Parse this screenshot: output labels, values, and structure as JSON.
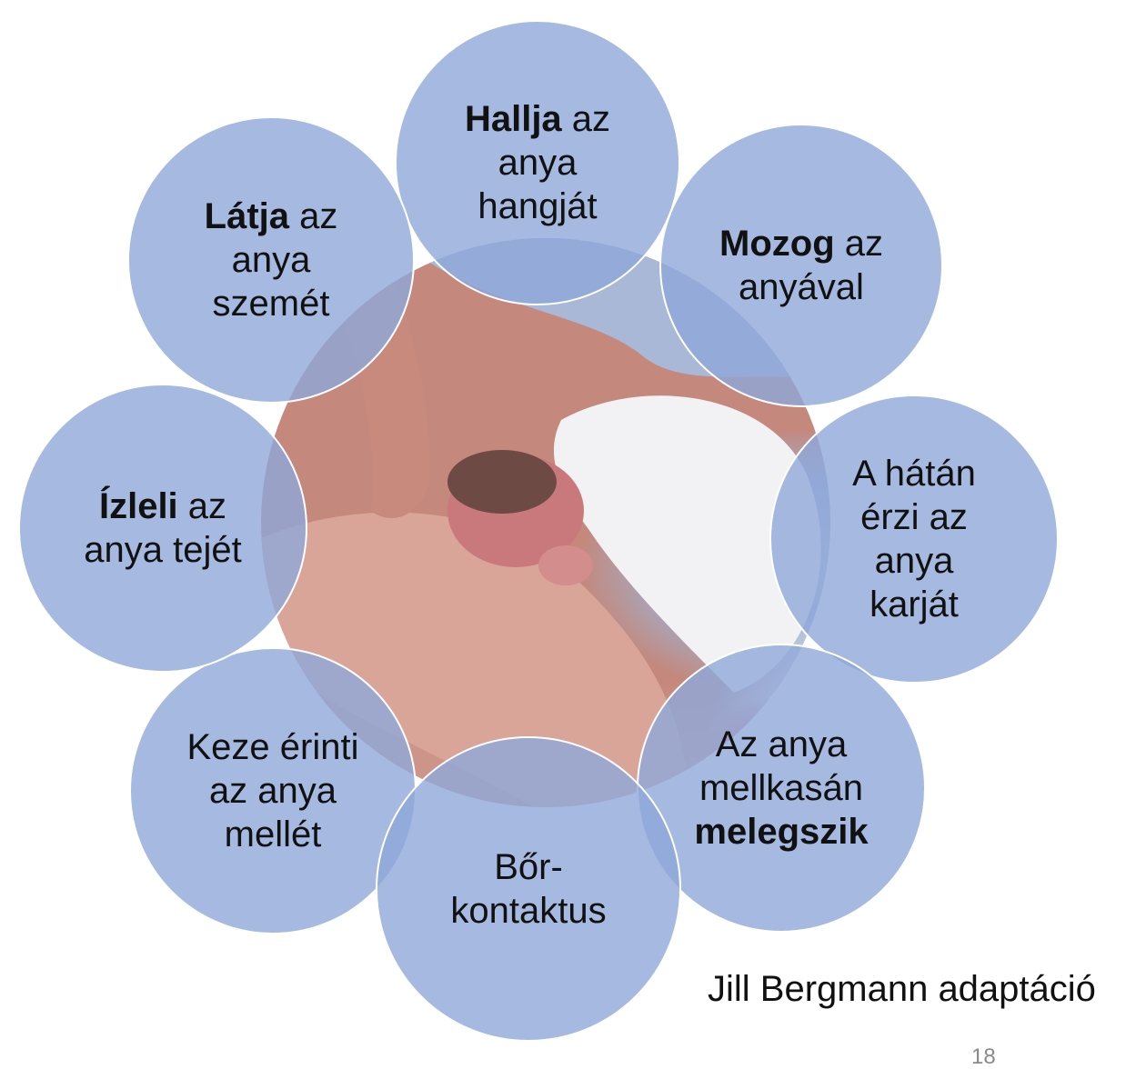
{
  "diagram": {
    "center": {
      "image_alt": "newborn on mother's chest",
      "label_line1": "Bőr-",
      "label_line2": "kontaktus"
    },
    "nodes": [
      {
        "id": "hears",
        "bold": "Hallja",
        "rest1": " az",
        "line2": "anya",
        "line3": "hangját"
      },
      {
        "id": "moves",
        "bold": "Mozog",
        "rest1": " az",
        "line2": "anyával"
      },
      {
        "id": "back",
        "line1": "A hátán",
        "line2": "érzi az",
        "line3": "anya",
        "line4": "karját"
      },
      {
        "id": "warms",
        "line1": "Az anya",
        "line2": "mellkasán",
        "bold3": "melegszik"
      },
      {
        "id": "hand",
        "line1": "Keze érinti",
        "line2": "az anya",
        "line3": "mellét"
      },
      {
        "id": "tastes",
        "bold": "Ízleli",
        "rest1": " az",
        "line2": "anya tejét"
      },
      {
        "id": "sees",
        "bold": "Látja",
        "rest1": " az",
        "line2": "anya",
        "line3": "szemét"
      }
    ],
    "credit": "Jill Bergmann adaptáció",
    "page_number": "18"
  },
  "colors": {
    "bubble_fill": "#8fa8da",
    "bubble_border": "#ffffff",
    "text": "#111111"
  }
}
